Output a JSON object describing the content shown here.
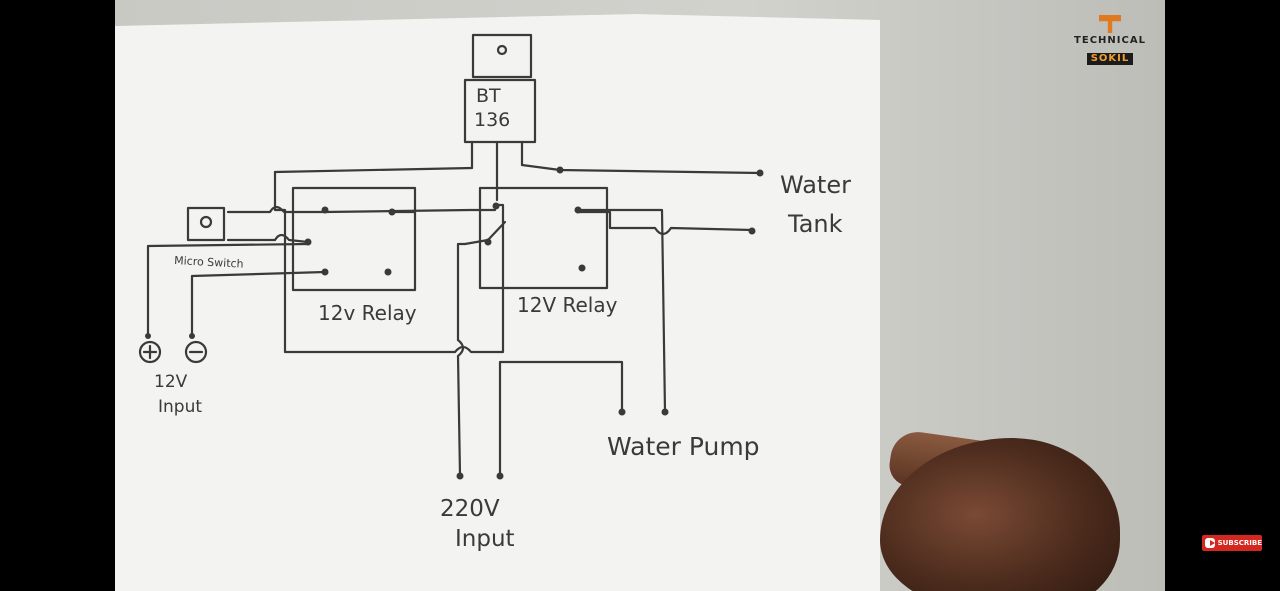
{
  "diagram": {
    "components": {
      "triac_line1": "BT",
      "triac_line2": "136",
      "micro_switch": "Micro Switch",
      "relay1": "12v Relay",
      "relay2": "12V Relay"
    },
    "labels": {
      "water": "Water",
      "tank": "Tank",
      "water_pump": "Water Pump",
      "v12": "12V",
      "v12_input": "Input",
      "v220": "220V",
      "v220_input": "Input"
    },
    "polarity": {
      "plus": "+",
      "minus": "−"
    }
  },
  "channel": {
    "logo_top": "TECHNICAL",
    "logo_bottom": "SOKIL",
    "subscribe": "SUBSCRIBE"
  },
  "colors": {
    "ink": "#3a3a3a",
    "paper": "#f3f3f1",
    "subscribe_red": "#d4271f",
    "logo_orange": "#e07a20"
  }
}
